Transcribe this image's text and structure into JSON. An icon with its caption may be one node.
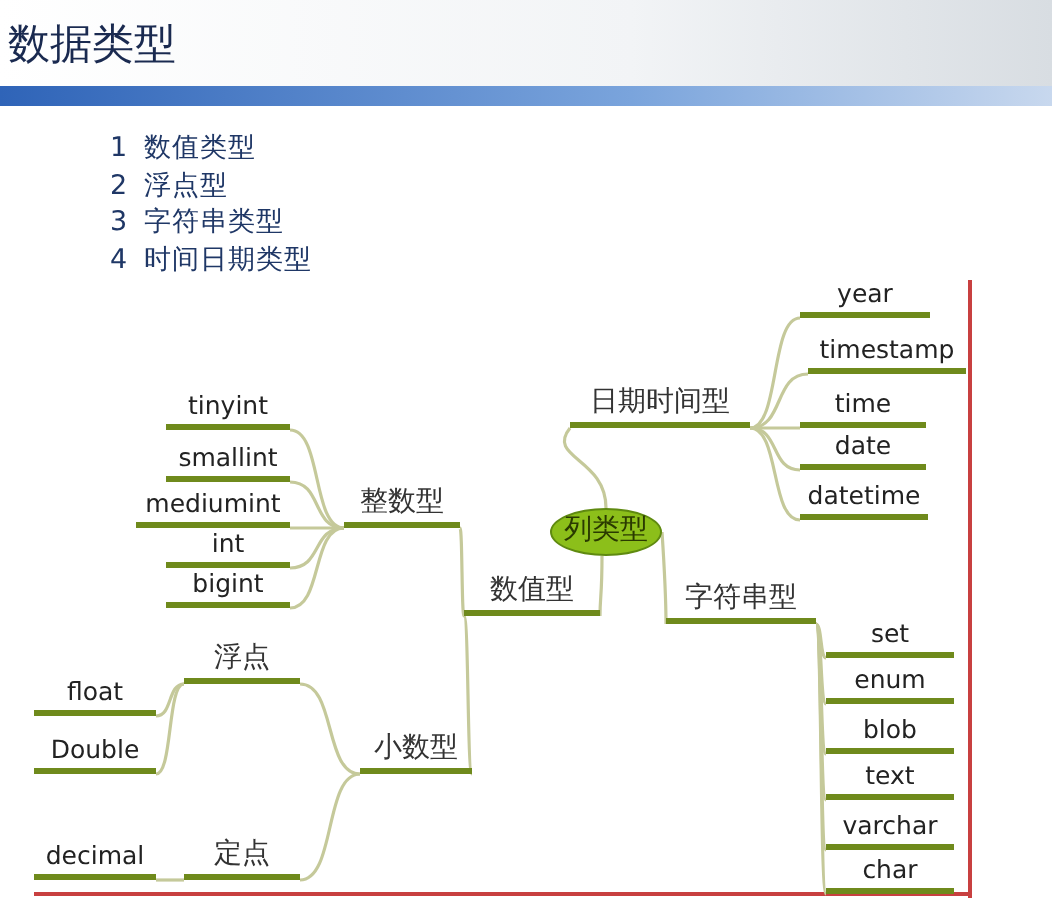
{
  "diagram": {
    "title": "数据类型",
    "nodes": [
      {
        "text": [
          "列类型"
        ]
      },
      {
        "text": [
          "日期时间型"
        ]
      },
      {
        "text": [
          "year"
        ]
      },
      {
        "text": [
          "timestamp"
        ]
      },
      {
        "text": [
          "time"
        ]
      },
      {
        "text": [
          "date"
        ]
      },
      {
        "text": [
          "datetime"
        ]
      },
      {
        "text": [
          "数值型"
        ]
      },
      {
        "text": [
          "整数型"
        ]
      },
      {
        "text": [
          "tinyint"
        ]
      },
      {
        "text": [
          "smallint"
        ]
      },
      {
        "text": [
          "mediumint"
        ]
      },
      {
        "text": [
          "int"
        ]
      },
      {
        "text": [
          "bigint"
        ]
      },
      {
        "text": [
          "小数型"
        ]
      },
      {
        "text": [
          "浮点"
        ]
      },
      {
        "text": [
          "float"
        ]
      },
      {
        "text": [
          "Double"
        ]
      },
      {
        "text": [
          "定点"
        ]
      },
      {
        "text": [
          "decimal"
        ]
      },
      {
        "text": [
          "字符串型"
        ]
      },
      {
        "text": [
          "set"
        ]
      },
      {
        "text": [
          "enum"
        ]
      },
      {
        "text": [
          "blob"
        ]
      },
      {
        "text": [
          "text"
        ]
      },
      {
        "text": [
          "varchar"
        ]
      },
      {
        "text": [
          "char"
        ]
      }
    ],
    "edges": [
      {
        "from": 0,
        "to": 1,
        "arrow": "none"
      },
      {
        "from": 1,
        "to": 2,
        "arrow": "none"
      },
      {
        "from": 1,
        "to": 3,
        "arrow": "none"
      },
      {
        "from": 1,
        "to": 4,
        "arrow": "none"
      },
      {
        "from": 1,
        "to": 5,
        "arrow": "none"
      },
      {
        "from": 1,
        "to": 6,
        "arrow": "none"
      },
      {
        "from": 0,
        "to": 7,
        "arrow": "none"
      },
      {
        "from": 7,
        "to": 8,
        "arrow": "none"
      },
      {
        "from": 8,
        "to": 9,
        "arrow": "none"
      },
      {
        "from": 8,
        "to": 10,
        "arrow": "none"
      },
      {
        "from": 8,
        "to": 11,
        "arrow": "none"
      },
      {
        "from": 8,
        "to": 12,
        "arrow": "none"
      },
      {
        "from": 8,
        "to": 13,
        "arrow": "none"
      },
      {
        "from": 7,
        "to": 14,
        "arrow": "none"
      },
      {
        "from": 14,
        "to": 15,
        "arrow": "none"
      },
      {
        "from": 15,
        "to": 16,
        "arrow": "none"
      },
      {
        "from": 15,
        "to": 17,
        "arrow": "none"
      },
      {
        "from": 14,
        "to": 18,
        "arrow": "none"
      },
      {
        "from": 18,
        "to": 19,
        "arrow": "none"
      },
      {
        "from": 0,
        "to": 20,
        "arrow": "none"
      },
      {
        "from": 20,
        "to": 21,
        "arrow": "none"
      },
      {
        "from": 20,
        "to": 22,
        "arrow": "none"
      },
      {
        "from": 20,
        "to": 23,
        "arrow": "none"
      },
      {
        "from": 20,
        "to": 24,
        "arrow": "none"
      },
      {
        "from": 20,
        "to": 25,
        "arrow": "none"
      },
      {
        "from": 20,
        "to": 26,
        "arrow": "none"
      }
    ],
    "labels": [
      "1  数值类型",
      "2  浮点型",
      "3  字符串类型",
      "4  时间日期类型"
    ]
  }
}
